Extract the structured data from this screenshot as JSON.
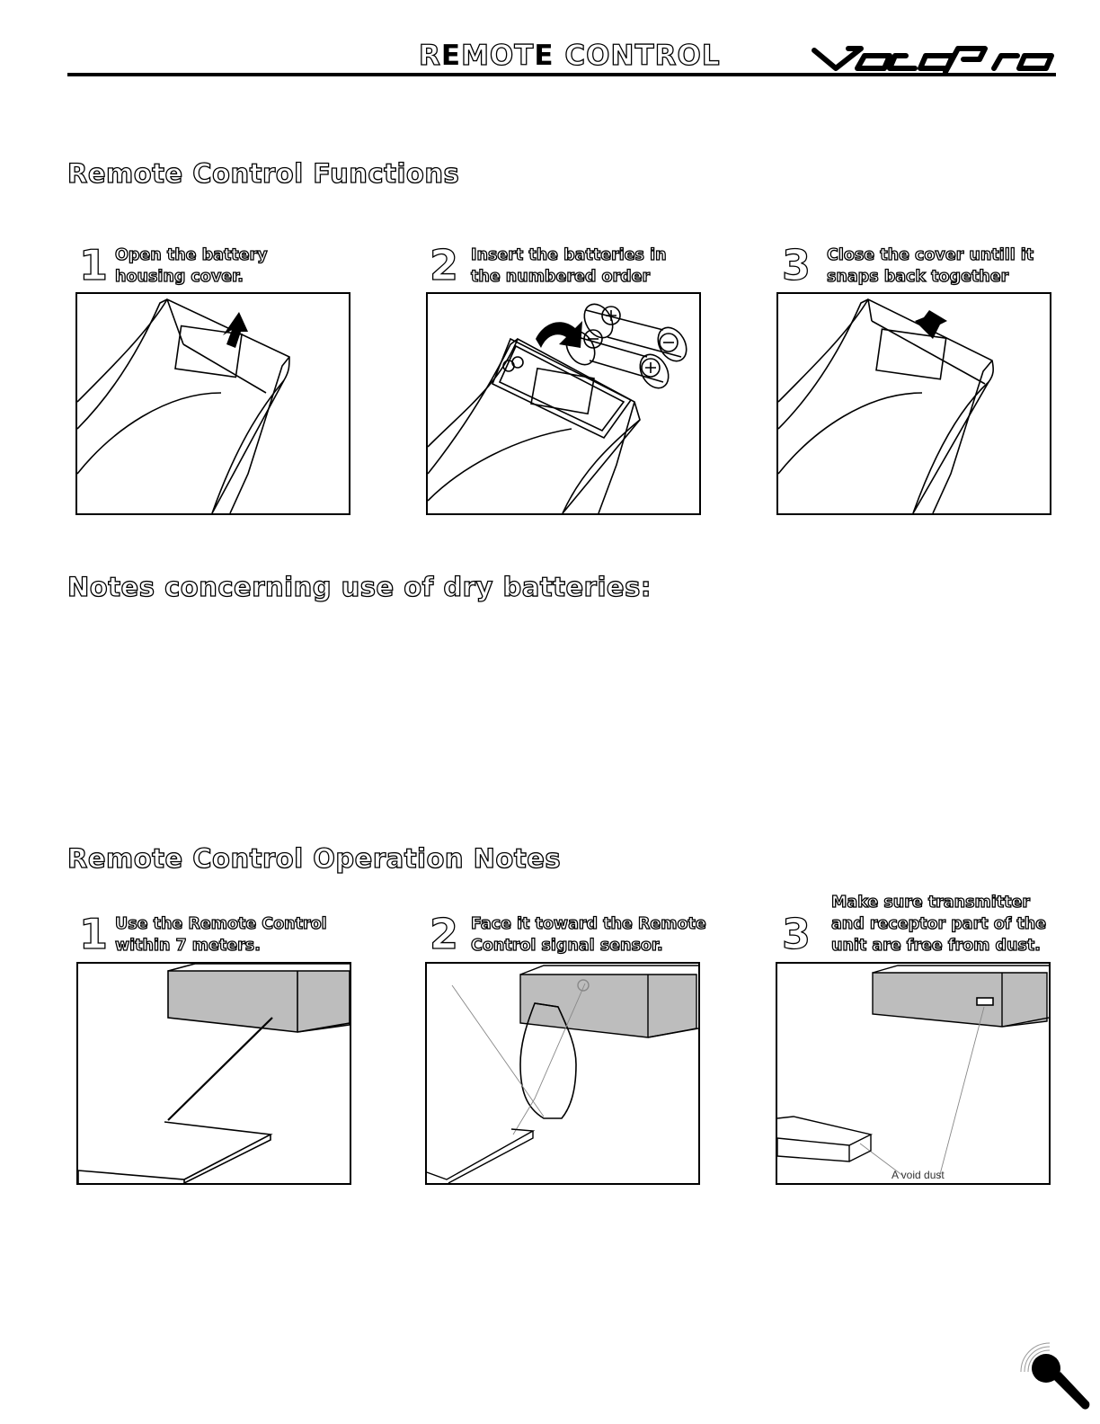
{
  "header": {
    "title_part1": "R",
    "title_part2": "E",
    "title_part3": "MOT",
    "title_part4": "E",
    "title_part5": " CONTROL",
    "brand": "VocoPro"
  },
  "sections": {
    "functions": {
      "heading": "Remote Control Functions",
      "steps": [
        {
          "number": "1",
          "text": "Open the battery\nhousing cover."
        },
        {
          "number": "2",
          "text": "Insert the batteries in\nthe numbered order"
        },
        {
          "number": "3",
          "text": "Close the cover untill it\nsnaps back together"
        }
      ]
    },
    "notes": {
      "heading": "Notes concerning use of dry batteries:"
    },
    "operation": {
      "heading": "Remote Control Operation Notes",
      "steps": [
        {
          "number": "1",
          "text": "Use the Remote Control\nwithin 7 meters."
        },
        {
          "number": "2",
          "text": "Face it toward the Remote\nControl signal sensor."
        },
        {
          "number": "3",
          "text": "Make sure transmitter\nand receptor part of the\nunit are free from dust."
        }
      ],
      "avoid_dust_label": "A void dust"
    }
  },
  "colors": {
    "ink": "#000000",
    "panel_shade": "#bdbdbd"
  }
}
